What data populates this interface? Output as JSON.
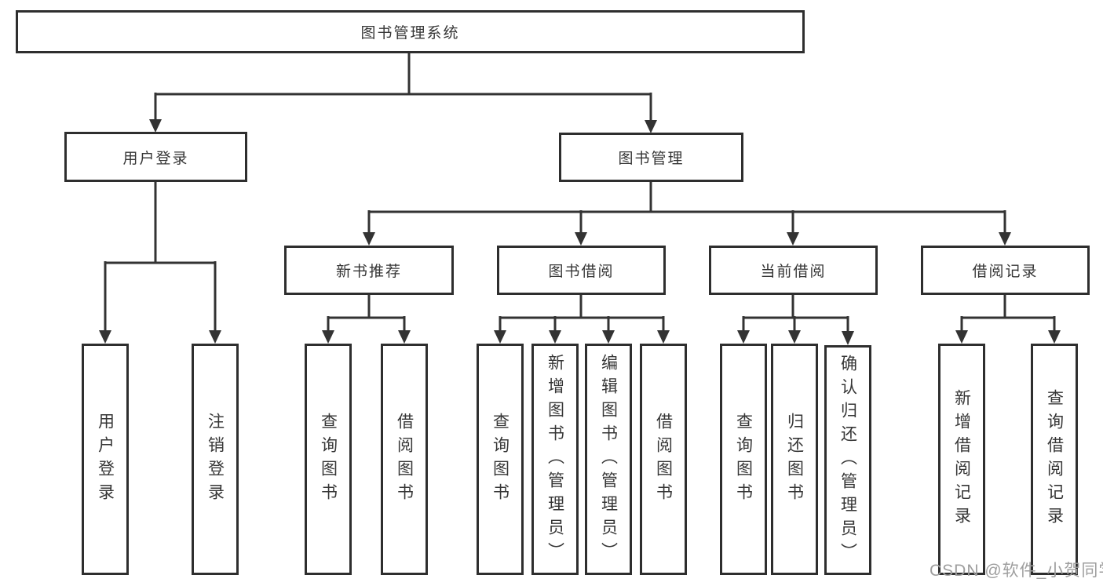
{
  "diagram": {
    "title": "图书管理系统",
    "watermark": "CSDN @软件_小贺同学",
    "colors": {
      "line": "#333333",
      "box_border": "#2e2e2e",
      "text": "#363636",
      "watermark": "#9e9e9e",
      "background": "#ffffff"
    },
    "nodes": {
      "root": "图书管理系统",
      "user_login": "用户登录",
      "book_management": "图书管理",
      "new_book_recommend": "新书推荐",
      "book_borrowing": "图书借阅",
      "current_borrowing": "当前借阅",
      "borrowing_records": "借阅记录",
      "ul_user_login": "用户登录",
      "ul_logout": "注销登录",
      "nbr_query_books": "查询图书",
      "nbr_borrow_books": "借阅图书",
      "bb_query_books": "查询图书",
      "bb_add_books_admin": "新增图书（管理员）",
      "bb_edit_books_admin": "编辑图书（管理员）",
      "bb_borrow_books": "借阅图书",
      "cb_query_books": "查询图书",
      "cb_return_books": "归还图书",
      "cb_confirm_return_admin": "确认归还（管理员）",
      "br_add_record": "新增借阅记录",
      "br_query_record": "查询借阅记录"
    }
  }
}
